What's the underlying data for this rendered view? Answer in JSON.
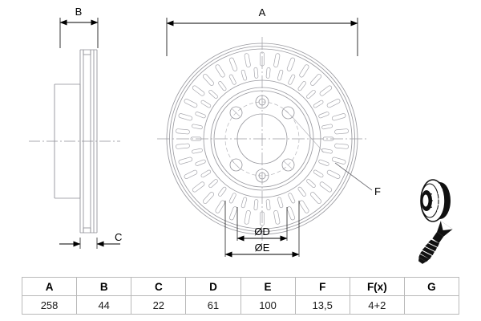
{
  "drawing": {
    "type": "engineering-drawing",
    "subject": "vented brake disc",
    "dimension_labels": {
      "overall_diameter": "A",
      "overall_thickness": "B",
      "disc_thickness": "C",
      "pitch_circle_diameter": "ØD",
      "bolt_circle_diameter": "ØE",
      "callout_f": "F"
    },
    "callouts": [
      {
        "id": "A",
        "label": "A",
        "view": "front",
        "meaning": "outer diameter"
      },
      {
        "id": "B",
        "label": "B",
        "view": "side",
        "meaning": "total height / thickness"
      },
      {
        "id": "C",
        "label": "C",
        "view": "side",
        "meaning": "disc thickness"
      },
      {
        "id": "D",
        "label": "ØD",
        "view": "front",
        "meaning": "centre bore diameter"
      },
      {
        "id": "E",
        "label": "ØE",
        "view": "front",
        "meaning": "bolt circle diameter"
      },
      {
        "id": "F",
        "label": "F",
        "view": "front",
        "meaning": "minimum thickness"
      }
    ],
    "parts": [
      {
        "name": "brake-disc-3d",
        "label": ""
      },
      {
        "name": "countersunk-screw",
        "label": ""
      }
    ],
    "hub": {
      "bolt_holes": 4,
      "threaded_holes": 2
    }
  },
  "table": {
    "columns": [
      "A",
      "B",
      "C",
      "D",
      "E",
      "F",
      "F(x)",
      "G"
    ],
    "values": [
      "258",
      "44",
      "22",
      "61",
      "100",
      "13,5",
      "4+2",
      ""
    ]
  },
  "colors": {
    "line": "#9a9aa0",
    "dim_line": "#000000",
    "text": "#000000",
    "table_border": "#b9b9b9",
    "background": "#ffffff"
  }
}
